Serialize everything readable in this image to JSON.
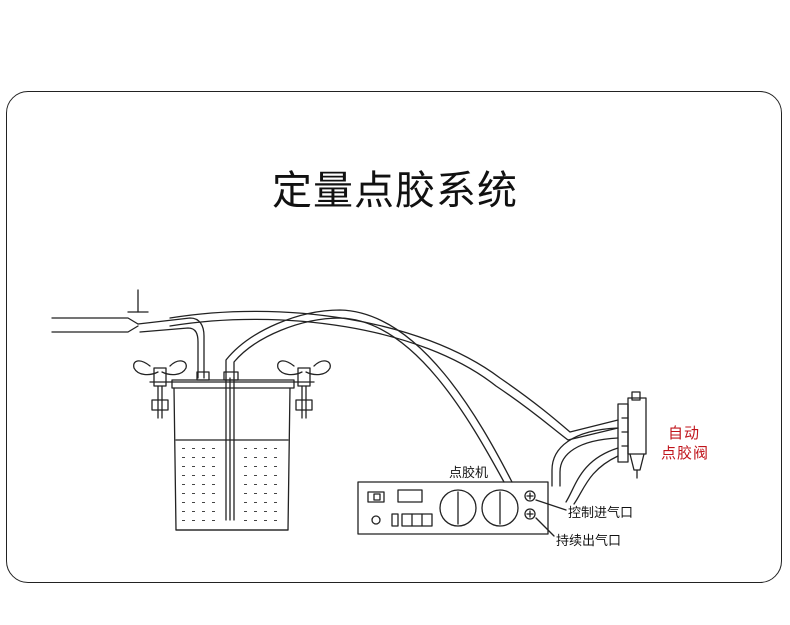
{
  "title": "定量点胶系统",
  "labels": {
    "dispenser": "点胶机",
    "control_inlet": "控制进气口",
    "continuous_outlet": "持续出气口",
    "valve_line1": "自动",
    "valve_line2": "点胶阀"
  },
  "colors": {
    "label_red": "#c0141b",
    "line": "#222222"
  }
}
